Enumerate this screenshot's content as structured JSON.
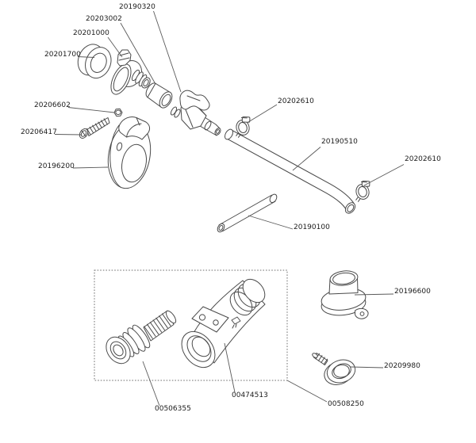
{
  "diagram": {
    "type": "exploded-parts-diagram",
    "background_color": "#ffffff",
    "line_color": "#4a4a4a",
    "text_color": "#1c1c1c",
    "labels": [
      {
        "part_number": "20190320"
      },
      {
        "part_number": "20203002"
      },
      {
        "part_number": "20201000"
      },
      {
        "part_number": "20201700"
      },
      {
        "part_number": "20206602"
      },
      {
        "part_number": "20206417"
      },
      {
        "part_number": "20196200"
      },
      {
        "part_number": "20202610"
      },
      {
        "part_number": "20190510"
      },
      {
        "part_number": "20202610"
      },
      {
        "part_number": "20190100"
      },
      {
        "part_number": "20196600"
      },
      {
        "part_number": "20209980"
      },
      {
        "part_number": "00508250"
      },
      {
        "part_number": "00474513"
      },
      {
        "part_number": "00506355"
      }
    ]
  }
}
